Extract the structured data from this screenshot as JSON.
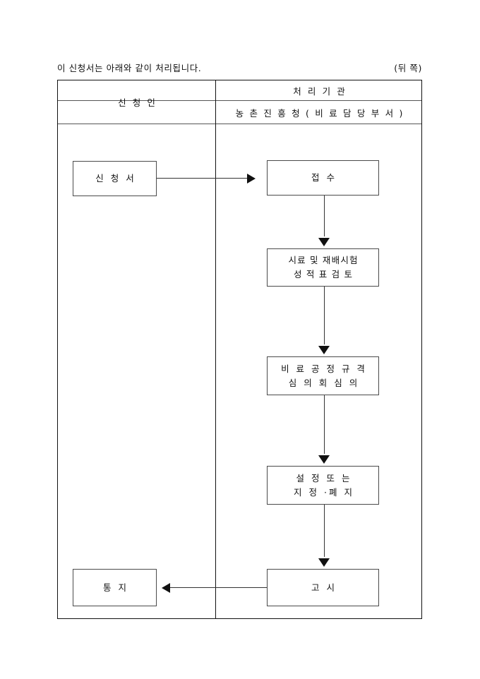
{
  "caption": {
    "text": "이 신청서는 아래와 같이 처리됩니다.",
    "page_marker": "(뒤 쪽)"
  },
  "table": {
    "headers": {
      "applicant": "신 청 인",
      "agency": "처 리 기 관",
      "agency_sub": "농 촌 진 흥 청 ( 비 료 담 당 부 서 )"
    }
  },
  "flow": {
    "nodes": [
      {
        "id": "application",
        "column": "applicant",
        "lines": [
          "신 청 서"
        ]
      },
      {
        "id": "receipt",
        "column": "agency",
        "lines": [
          "접 수"
        ]
      },
      {
        "id": "review",
        "column": "agency",
        "lines": [
          "시료 및 재배시험",
          "성 적 표 검 토"
        ]
      },
      {
        "id": "council",
        "column": "agency",
        "lines": [
          "비 료 공 정 규 격",
          "심 의 회  심 의"
        ]
      },
      {
        "id": "decision",
        "column": "agency",
        "lines": [
          "설 정   또 는",
          "지 정 ·폐 지"
        ]
      },
      {
        "id": "publication",
        "column": "agency",
        "lines": [
          "고 시"
        ]
      },
      {
        "id": "notice",
        "column": "applicant",
        "lines": [
          "통 지"
        ]
      }
    ],
    "connectors": [
      {
        "from": "application",
        "to": "receipt",
        "direction": "right"
      },
      {
        "from": "receipt",
        "to": "review",
        "direction": "down"
      },
      {
        "from": "review",
        "to": "council",
        "direction": "down"
      },
      {
        "from": "council",
        "to": "decision",
        "direction": "down"
      },
      {
        "from": "decision",
        "to": "publication",
        "direction": "down"
      },
      {
        "from": "publication",
        "to": "notice",
        "direction": "left"
      }
    ]
  },
  "colors": {
    "border": "#111111",
    "node_border": "#4a4a4a",
    "connector": "#333333",
    "background": "#ffffff"
  }
}
